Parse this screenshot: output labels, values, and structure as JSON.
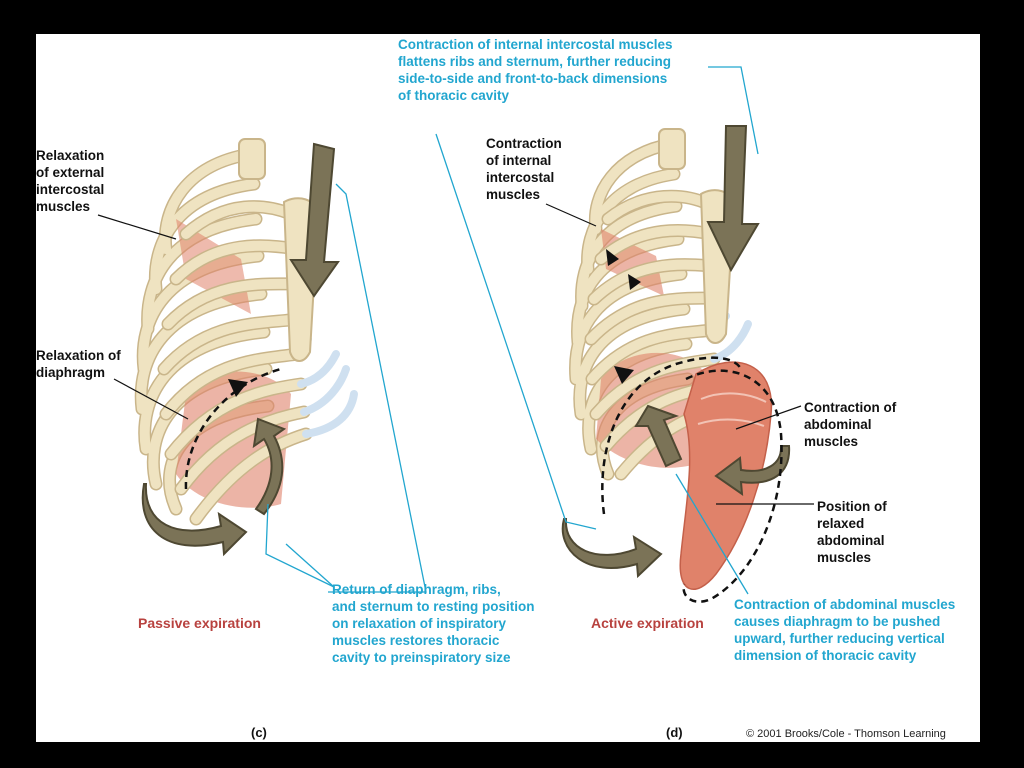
{
  "labels": {
    "relax_external": "Relaxation\nof external\nintercostal\nmuscles",
    "relax_diaphragm": "Relaxation of\ndiaphragm",
    "contract_internal": "Contraction\nof internal\nintercostal\nmuscles",
    "contract_abdominal": "Contraction of\nabdominal\nmuscles",
    "position_relaxed": "Position of\nrelaxed\nabdominal\nmuscles"
  },
  "notes": {
    "top": "Contraction of internal intercostal muscles\nflattens ribs and sternum, further reducing\nside-to-side and front-to-back dimensions\nof thoracic cavity",
    "return": "Return of diaphragm, ribs,\nand sternum to resting position\non relaxation of inspiratory\nmuscles restores thoracic\ncavity to preinspiratory size",
    "abdominal": "Contraction of abdominal muscles\ncauses diaphragm to be pushed\nupward, further reducing vertical\ndimension of thoracic cavity"
  },
  "titles": {
    "passive": "Passive expiration",
    "active": "Active expiration"
  },
  "panels": {
    "c": "(c)",
    "d": "(d)"
  },
  "copyright": "© 2001 Brooks/Cole - Thomson Learning",
  "colors": {
    "bone": "#efe3c1",
    "bone_stroke": "#c9b58a",
    "cartilage": "#cfe0f0",
    "muscle": "#e0826a",
    "arrow": "#7b7357",
    "label_blue": "#22a6cf",
    "title_red": "#b8423f"
  }
}
